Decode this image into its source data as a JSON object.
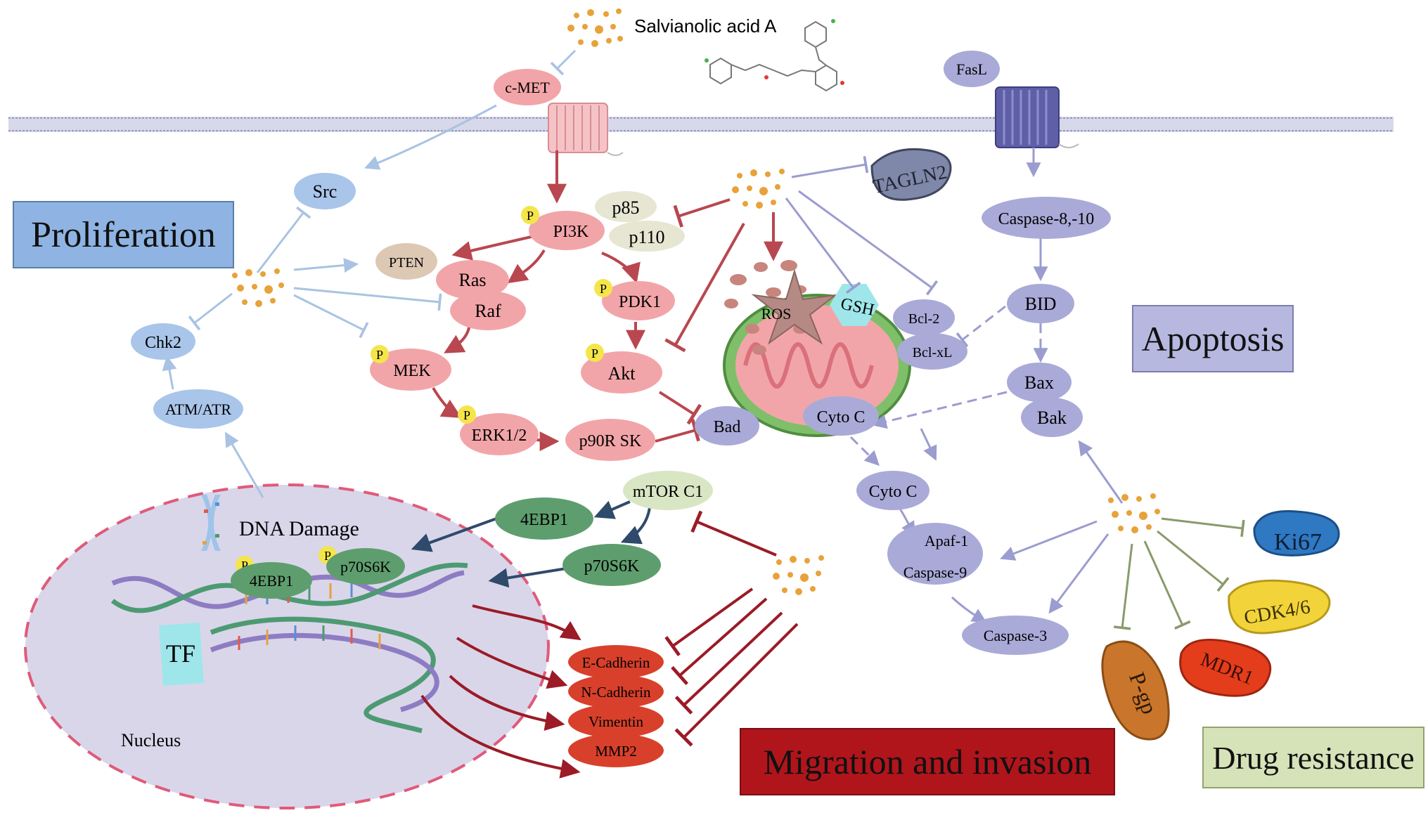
{
  "drug": {
    "name": "Salvianolic acid A"
  },
  "categories": {
    "proliferation": "Proliferation",
    "apoptosis": "Apoptosis",
    "migration": "Migration and invasion",
    "drug_resistance": "Drug resistance"
  },
  "nodes": {
    "cmet": "c-MET",
    "src": "Src",
    "pten": "PTEN",
    "pi3k": "PI3K",
    "p85": "p85",
    "p110": "p110",
    "ras": "Ras",
    "raf": "Raf",
    "pdk1": "PDK1",
    "mek": "MEK",
    "akt": "Akt",
    "erk": "ERK1/2",
    "p90rsk": "p90R SK",
    "chk2": "Chk2",
    "atm": "ATM/ATR",
    "tagln2": "TAGLN2",
    "ros": "ROS",
    "gsh": "GSH",
    "bcl2": "Bcl-2",
    "bclxl": "Bcl-xL",
    "bad": "Bad",
    "cytoc_mito": "Cyto C",
    "cytoc": "Cyto C",
    "apaf1": "Apaf-1",
    "caspase9": "Caspase-9",
    "caspase3": "Caspase-3",
    "fasl": "FasL",
    "caspase810": "Caspase-8,-10",
    "bid": "BID",
    "bax": "Bax",
    "bak": "Bak",
    "ki67": "Ki67",
    "cdk46": "CDK4/6",
    "mdr1": "MDR1",
    "pgp": "P-gp",
    "mtorc1": "mTOR C1",
    "_4ebp1": "4EBP1",
    "p70s6k": "p70S6K",
    "nuc_4ebp1": "4EBP1",
    "nuc_p70s6k": "p70S6K",
    "dna_damage": "DNA Damage",
    "tf": "TF",
    "nucleus": "Nucleus",
    "ecadherin": "E-Cadherin",
    "ncadherin": "N-Cadherin",
    "vimentin": "Vimentin",
    "mmp2": "MMP2",
    "phospho": "P"
  },
  "colors": {
    "pi3k_pathway": "#f2a5a8",
    "apoptosis_pathway": "#a9aad8",
    "proliferation_nodes": "#a9c5ea",
    "mtor_pathway": "#5e9e6e",
    "emt_markers": "#d8402b",
    "drug_dots": "#e8a23a",
    "arrow_red": "#b8474f",
    "arrow_blue": "#a8c3e3",
    "arrow_purple": "#9b9ccf",
    "arrow_darkred": "#9b1b26",
    "arrow_navy": "#2f4a6b",
    "arrow_olive": "#8a9a6c",
    "ki67": "#2f78c2",
    "cdk46": "#f2d43a",
    "mdr1": "#e43d1c",
    "pgp": "#c9762c",
    "tagln2": "#7f88a8",
    "nucleus": "#d9d6ea"
  }
}
